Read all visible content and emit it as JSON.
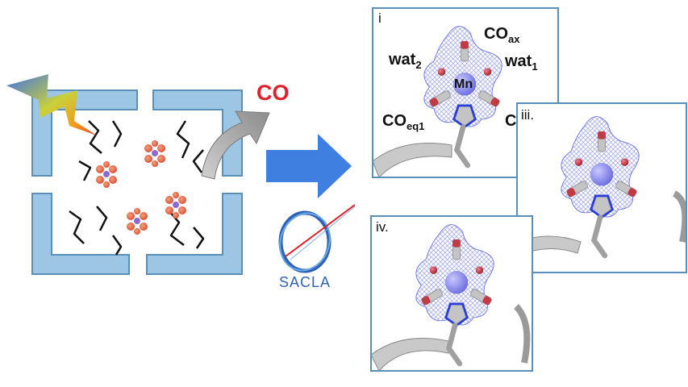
{
  "release_label": "CO",
  "panels": [
    {
      "id": "i",
      "label": "i"
    },
    {
      "id": "iii",
      "label": "iii."
    },
    {
      "id": "iv",
      "label": "iv."
    }
  ],
  "annotations": {
    "co_ax": {
      "main": "CO",
      "sub": "ax"
    },
    "wat1": {
      "main": "wat",
      "sub": "1"
    },
    "wat2": {
      "main": "wat",
      "sub": "2"
    },
    "mn": "Mn",
    "co_eq1": {
      "main": "CO",
      "sub": "eq1"
    },
    "cut_off": "C"
  },
  "facility_logo": {
    "text": "SACLA"
  },
  "colors": {
    "frame": "#9cc6e4",
    "frame_border": "#5a8fb8",
    "arrow_blue": "#3f7fe0",
    "co_red": "#e0202a",
    "mesh": "#6f78e0",
    "mn_sphere": "#8f8ff0",
    "oxygen": "#c23a46",
    "helix": "#b9b9b9"
  }
}
